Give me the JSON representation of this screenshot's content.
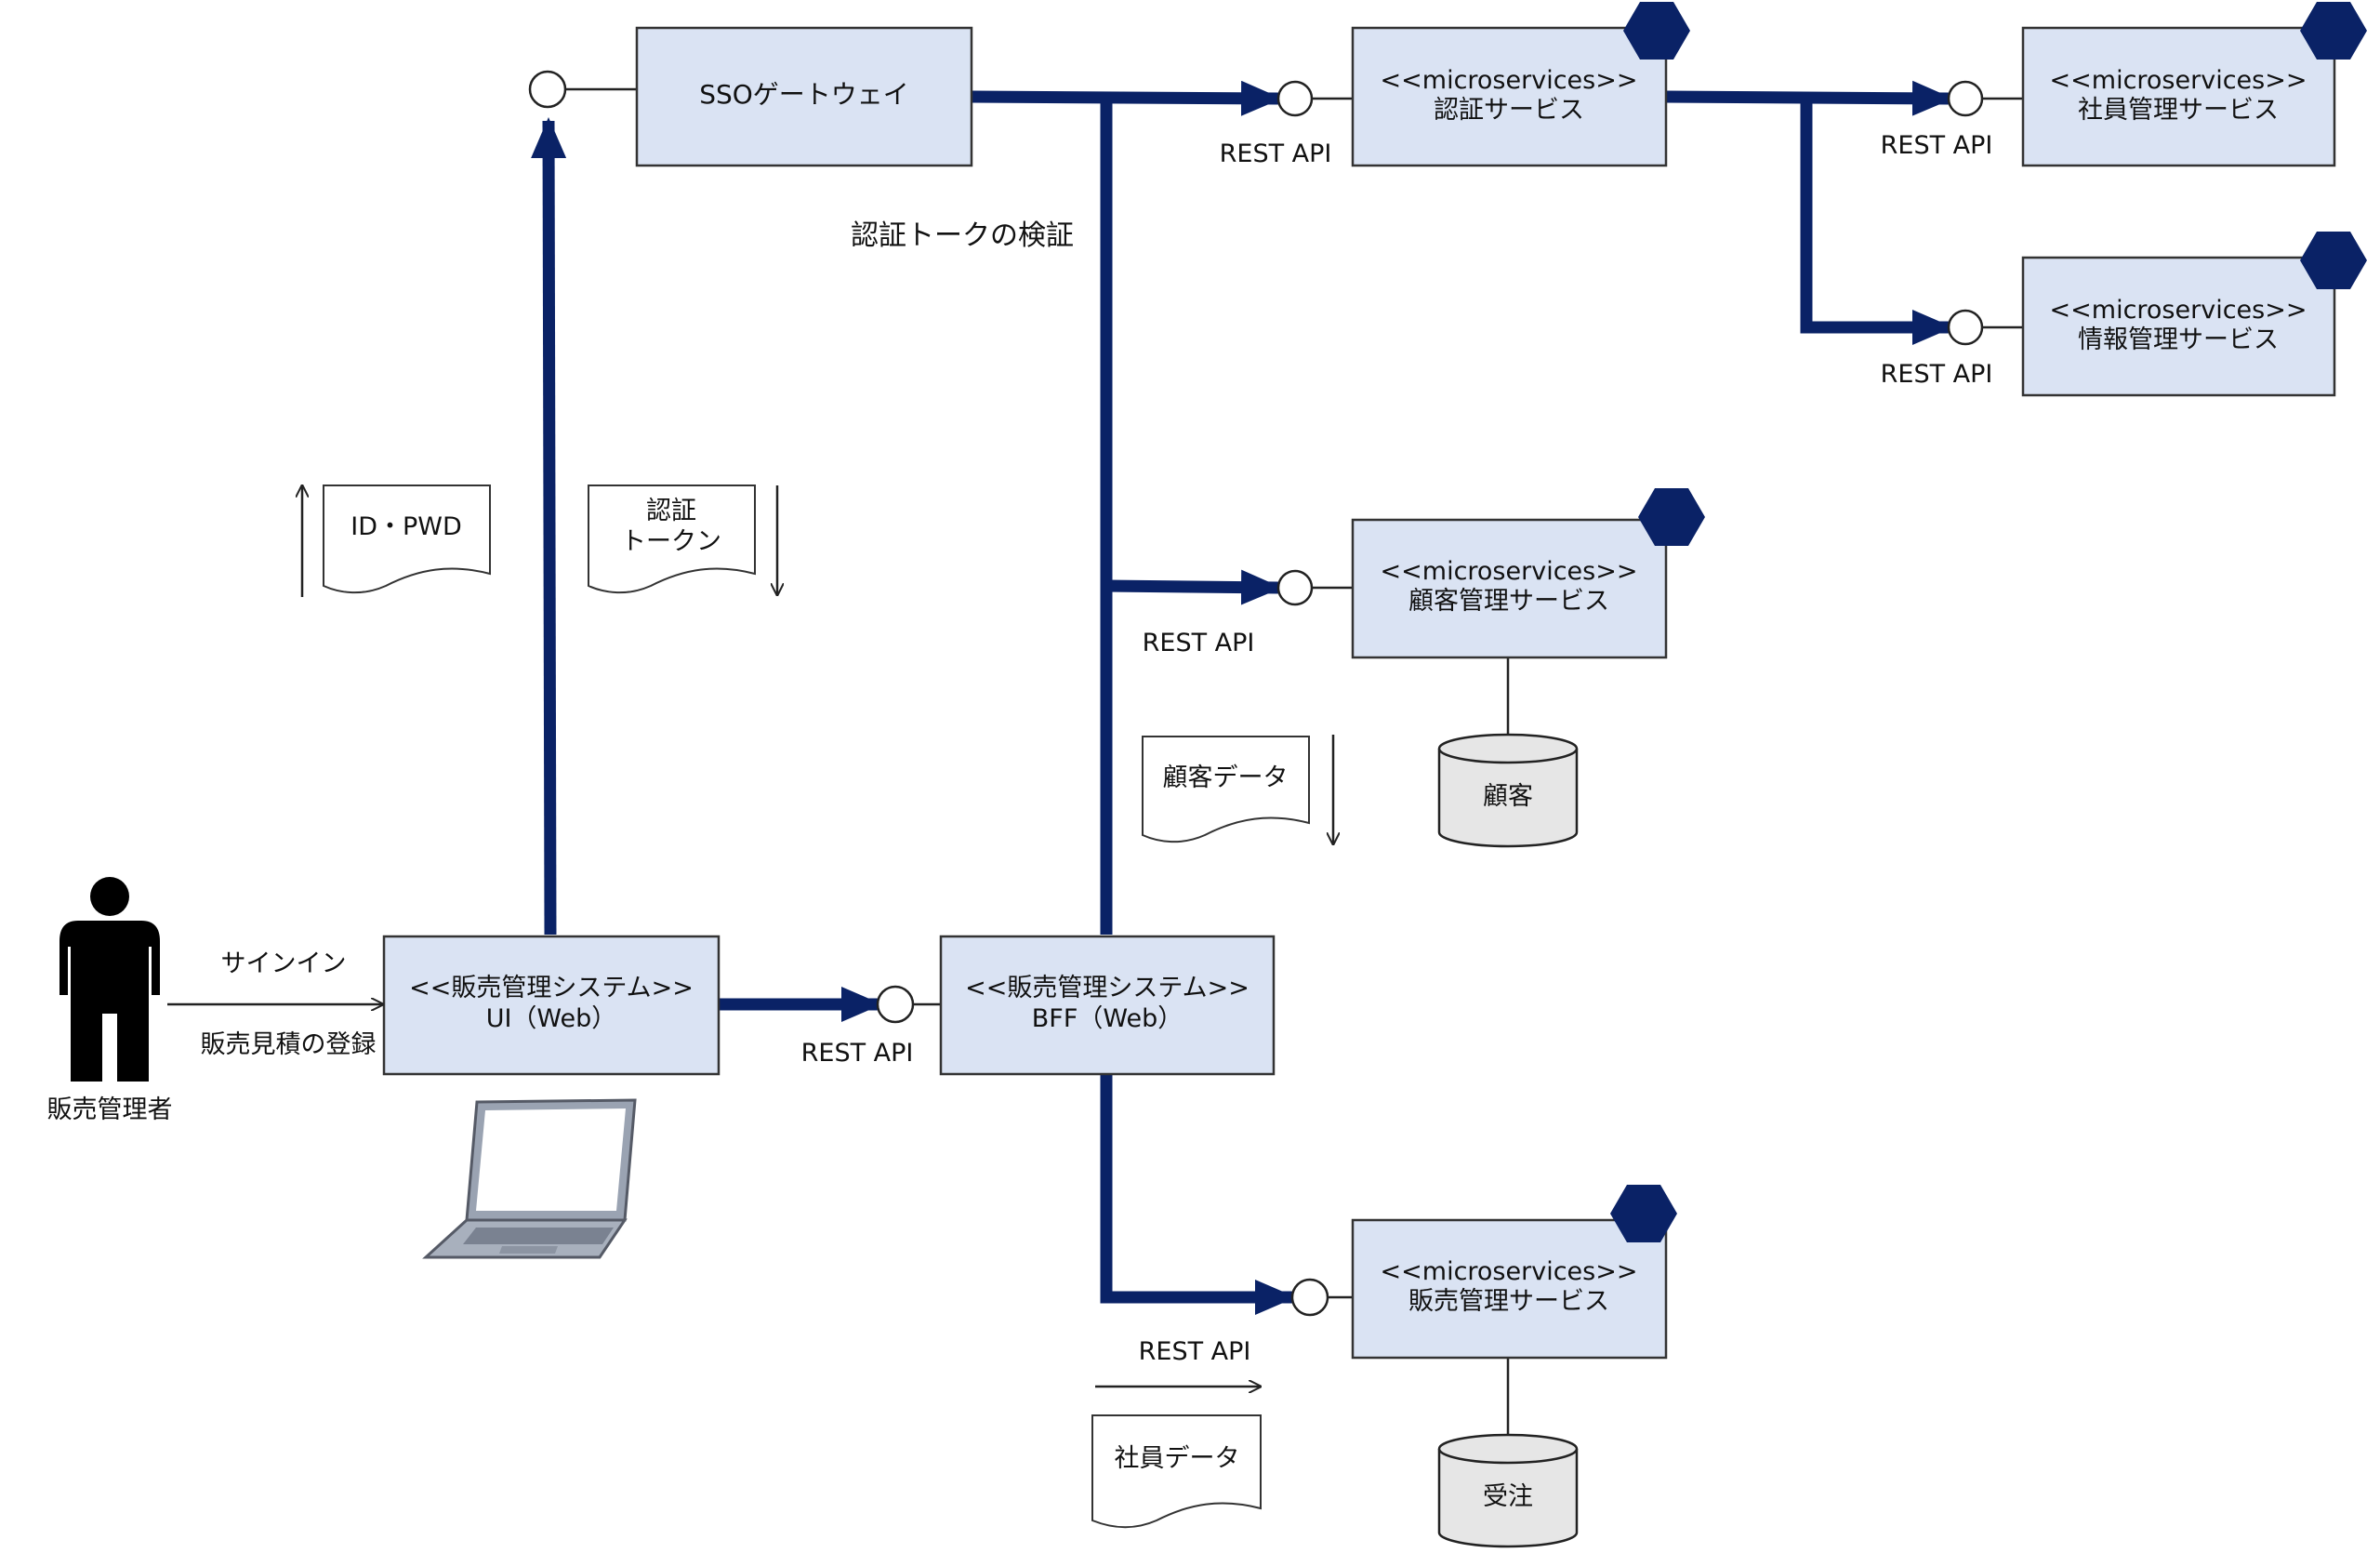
{
  "components": {
    "sso": {
      "label": "SSOゲートウェイ"
    },
    "ui": {
      "stereotype": "<<販売管理システム>>",
      "label": "UI（Web）"
    },
    "bff": {
      "stereotype": "<<販売管理システム>>",
      "label": "BFF（Web）"
    },
    "auth": {
      "stereotype": "<<microservices>>",
      "label": "認証サービス"
    },
    "employee": {
      "stereotype": "<<microservices>>",
      "label": "社員管理サービス"
    },
    "info": {
      "stereotype": "<<microservices>>",
      "label": "情報管理サービス"
    },
    "customer": {
      "stereotype": "<<microservices>>",
      "label": "顧客管理サービス"
    },
    "sales": {
      "stereotype": "<<microservices>>",
      "label": "販売管理サービス"
    }
  },
  "databases": {
    "customer": "顧客",
    "orders": "受注"
  },
  "interfaces": {
    "auth": "REST API",
    "employee": "REST API",
    "info": "REST API",
    "customer": "REST API",
    "bff": "REST API",
    "sales": "REST API"
  },
  "labels": {
    "token_verify": "認証トークの検証",
    "signin": "サインイン",
    "register": "販売見積の登録",
    "actor": "販売管理者"
  },
  "documents": {
    "id_pwd": "ID・PWD",
    "token_line1": "認証",
    "token_line2": "トークン",
    "customer_data": "顧客データ",
    "employee_data": "社員データ"
  },
  "colors": {
    "box_fill": "#dae3f3",
    "connector": "#0a2266",
    "hexagon": "#0a2266"
  }
}
